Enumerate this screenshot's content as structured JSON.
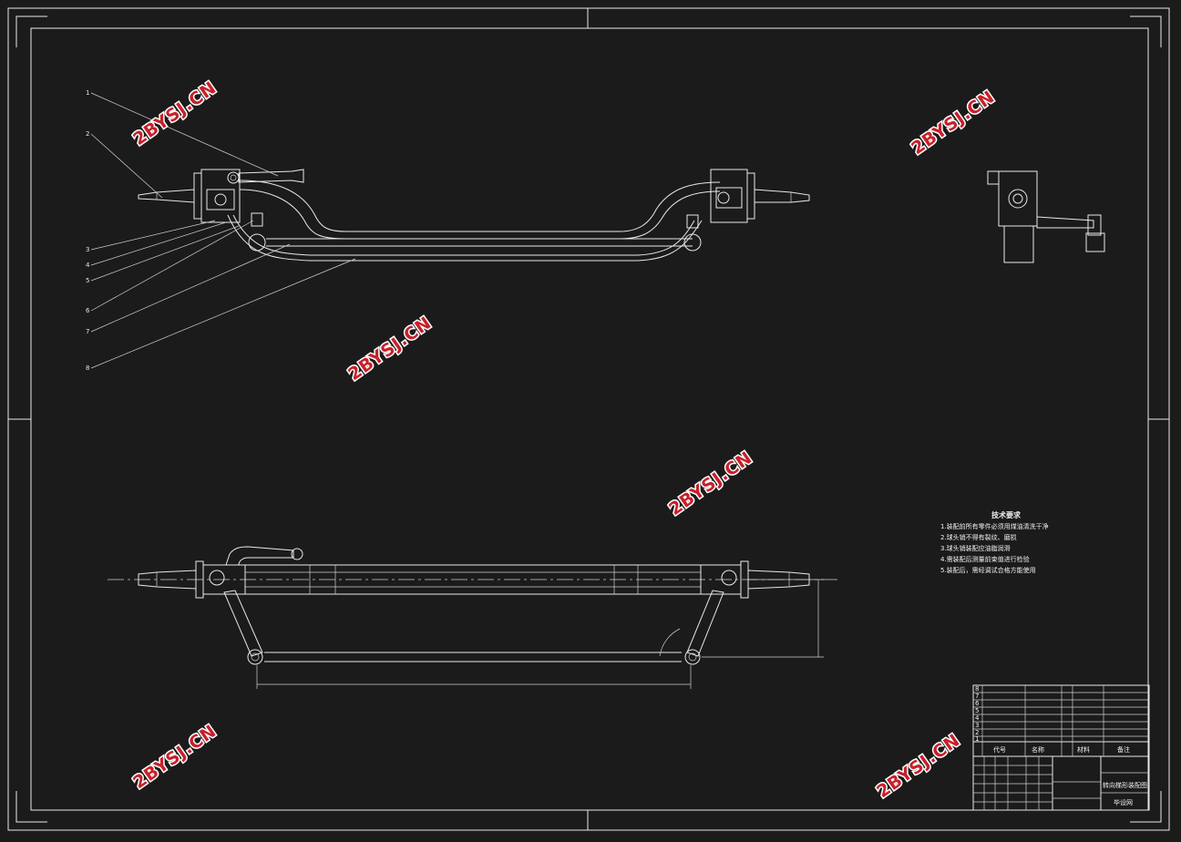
{
  "watermark": "2BYSJ.CN",
  "balloons": [
    "1",
    "2",
    "3",
    "4",
    "5",
    "6",
    "7",
    "8"
  ],
  "technical_requirements": {
    "title": "技术要求",
    "items": [
      "1.装配前所有零件必须用煤油清洗干净",
      "2.球头销不得有裂纹、磨损",
      "3.球头销装配应油脂润滑",
      "4.需装配后测量前束值进行检验",
      "5.装配后，需经调试合格方能使用"
    ]
  },
  "title_block": {
    "header": [
      "代号",
      "名称",
      "材料",
      "备注"
    ],
    "drawing_name": "转向梯形装配图",
    "company": "毕设网",
    "row_numbers": [
      "8",
      "7",
      "6",
      "5",
      "4",
      "3",
      "2",
      "1"
    ]
  },
  "colors": {
    "background": "#1b1b1b",
    "lines": "#e8e8e8",
    "watermark": "#c8202a"
  }
}
